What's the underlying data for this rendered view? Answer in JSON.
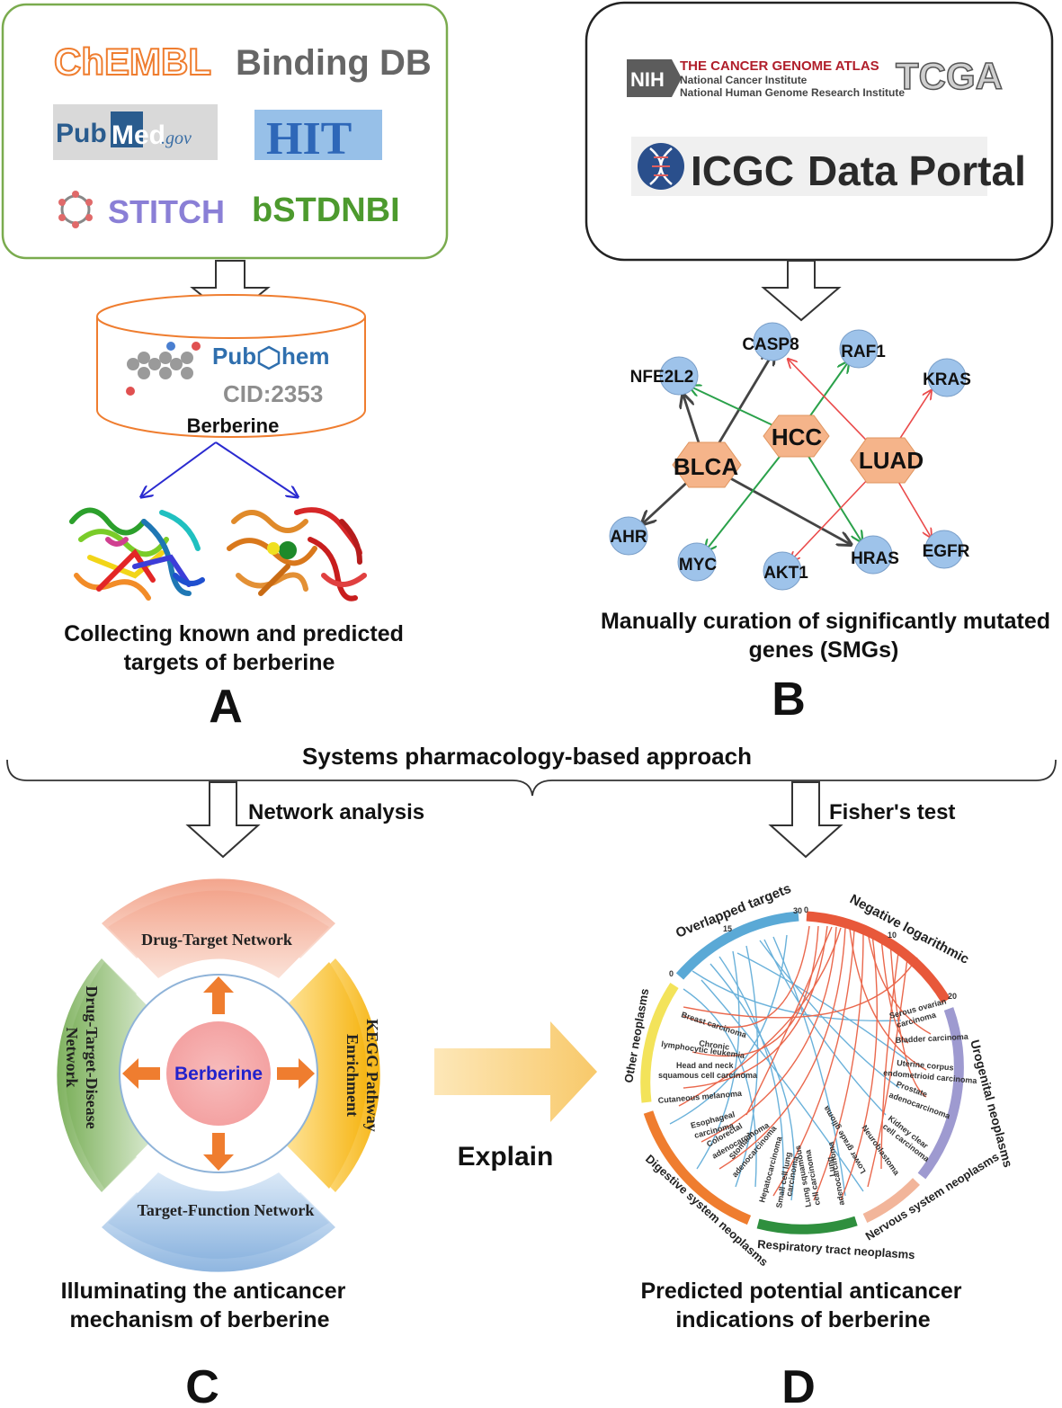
{
  "panel_a": {
    "databases": [
      "ChEMBL",
      "Binding DB",
      "Pub",
      "Med",
      ".gov",
      "HIT",
      "STITCH",
      "bSTDNBI"
    ],
    "pubchem": "Pub",
    "pubchem_tail": "hem",
    "cid": "CID:2353",
    "compound": "Berberine",
    "caption_line1": "Collecting known and predicted",
    "caption_line2": "targets of berberine",
    "letter": "A"
  },
  "panel_b": {
    "nih": "NIH",
    "tcga_title": "THE CANCER GENOME ATLAS",
    "tcga_sub1": "National Cancer Institute",
    "tcga_sub2": "National Human Genome Research Institute",
    "tcga": "TCGA",
    "icgc_bold": "ICGC",
    "icgc_rest": "Data Portal",
    "cancers": [
      "HCC",
      "BLCA",
      "LUAD"
    ],
    "genes": [
      "CASP8",
      "RAF1",
      "NFE2L2",
      "KRAS",
      "AHR",
      "MYC",
      "AKT1",
      "HRAS",
      "EGFR"
    ],
    "caption_line1": "Manually curation of significantly mutated",
    "caption_line2": "genes (SMGs)",
    "letter": "B"
  },
  "approach": "Systems pharmacology-based approach",
  "network_analysis": "Network analysis",
  "fishers_test": "Fisher's test",
  "panel_c": {
    "sectors": [
      "Drug-Target Network",
      "KEGG Pathway",
      "Enrichment",
      "Target-Function Network",
      "Drug-Target-Disease",
      "Network"
    ],
    "center": "Berberine",
    "caption_line1": "Illuminating the anticancer",
    "caption_line2": "mechanism of berberine",
    "letter": "C"
  },
  "explain": "Explain",
  "panel_d": {
    "arcs": [
      "Overlapped targets",
      "Negative logarithmic",
      "Urogenital neoplasms",
      "Nervous system neoplasms",
      "Respiratory tract neoplasms",
      "Digestive system neoplasms",
      "Other neoplasms"
    ],
    "ticks": [
      "30",
      "15",
      "0",
      "0",
      "10",
      "20"
    ],
    "cancers": [
      "Breast carcinoma",
      "Chronic",
      "lymphocytic leukemia",
      "Head and neck",
      "squamous cell carcinoma",
      "Cutaneous melanoma",
      "Esophageal",
      "carcinoma",
      "Colorectal",
      "adenocarcinoma",
      "Stomach",
      "adenocarcinoma",
      "Hepatocarcinoma",
      "Small cell lung",
      "carcinoma",
      "Lung squamous",
      "cell carcinoma",
      "Lung",
      "adenocarcinoma",
      "Lower grade glioma",
      "Neuroblastoma",
      "Kidney clear",
      "cell carcinoma",
      "Prostate",
      "adenocarcinoma",
      "Uterine corpus",
      "endometrioid carcinoma",
      "Bladder carcinoma",
      "Serous ovarian",
      "carcinoma"
    ],
    "caption_line1": "Predicted potential anticancer",
    "caption_line2": "indications of berberine",
    "letter": "D"
  },
  "colors": {
    "green_box": "#7aab4e",
    "orange": "#e8803a",
    "hex_fill": "#f5b48a",
    "node_fill": "#9ec3ea",
    "chord_red": "#e8583a",
    "chord_blue": "#5aa9d6"
  }
}
